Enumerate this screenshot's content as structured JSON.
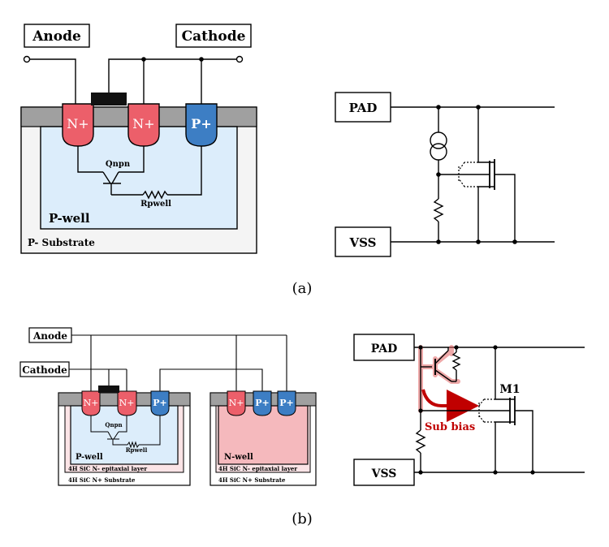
{
  "colors": {
    "n_plus_fill": "#ec5f6a",
    "p_plus_fill": "#3d7ec4",
    "p_well_fill": "#dcedfb",
    "n_well_fill": "#f5b9bd",
    "epi_fill": "#fbe4e6",
    "oxide_fill": "#a0a0a0",
    "arrow_red": "#c00000"
  },
  "panel_a": {
    "caption": "(a)",
    "cross_section": {
      "anode": "Anode",
      "cathode": "Cathode",
      "n_plus_left": "N+",
      "n_plus_right": "N+",
      "p_plus": "P+",
      "qnpn": "Qnpn",
      "rpwell": "Rpwell",
      "p_well": "P-well",
      "substrate": "P- Substrate"
    },
    "circuit": {
      "pad": "PAD",
      "vss": "VSS"
    }
  },
  "panel_b": {
    "caption": "(b)",
    "cross_section": {
      "anode": "Anode",
      "cathode": "Cathode",
      "left_device": {
        "n_plus_1": "N+",
        "n_plus_2": "N+",
        "p_plus": "P+",
        "qnpn": "Qnpn",
        "rpwell": "Rpwell",
        "p_well": "P-well",
        "epi_layer": "4H SiC N- epitaxial layer",
        "substrate": "4H SiC N+ Substrate"
      },
      "right_device": {
        "n_plus": "N+",
        "p_plus_1": "P+",
        "p_plus_2": "P+",
        "n_well": "N-well",
        "epi_layer": "4H SiC N- epitaxial layer",
        "substrate": "4H SiC N+ Substrate"
      }
    },
    "circuit": {
      "pad": "PAD",
      "vss": "VSS",
      "m1": "M1",
      "sub_bias": "Sub bias"
    }
  }
}
